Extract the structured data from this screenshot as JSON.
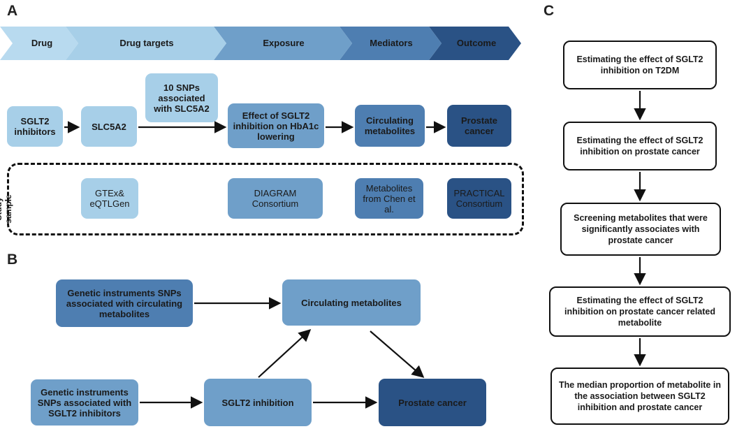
{
  "panels": {
    "a": "A",
    "b": "B",
    "c": "C"
  },
  "stages": [
    "Drug",
    "Drug targets",
    "Exposure",
    "Mediators",
    "Outcome"
  ],
  "flow": {
    "sglt2_inhibitors": "SGLT2 inhibitors",
    "slc5a2": "SLC5A2",
    "snps_box": "10 SNPs associated with SLC5A2",
    "effect_box": "Effect of SGLT2 inhibition on HbA1c lowering",
    "circulating": "Circulating metabolites",
    "prostate": "Prostate cancer"
  },
  "study_sample": {
    "label": "Study sample",
    "gtex": "GTEx& eQTLGen",
    "diagram": "DIAGRAM Consortium",
    "metabolites": "Metabolites from Chen et al.",
    "practical": "PRACTICAL Consortium"
  },
  "panel_b": {
    "instr_metab": "Genetic instruments SNPs associated with circulating metabolites",
    "circ_metab": "Circulating metabolites",
    "instr_sglt2": "Genetic instruments SNPs associated with SGLT2 inhibitors",
    "sglt2_inh": "SGLT2 inhibition",
    "prostate": "Prostate cancer"
  },
  "panel_c": {
    "step1": "Estimating the effect of SGLT2 inhibition on T2DM",
    "step2": "Estimating the effect of SGLT2 inhibition on prostate cancer",
    "step3": "Screening metabolites that were significantly associates with prostate cancer",
    "step4": "Estimating the effect of SGLT2 inhibition on prostate cancer related metabolite",
    "step5": "The median proportion of metabolite in the association between SGLT2 inhibition and prostate cancer"
  },
  "colors": {
    "stage1": "#a7cfe8",
    "stage2": "#6f9fc9",
    "stage3": "#4e7eb1",
    "stage4": "#2a5285"
  }
}
